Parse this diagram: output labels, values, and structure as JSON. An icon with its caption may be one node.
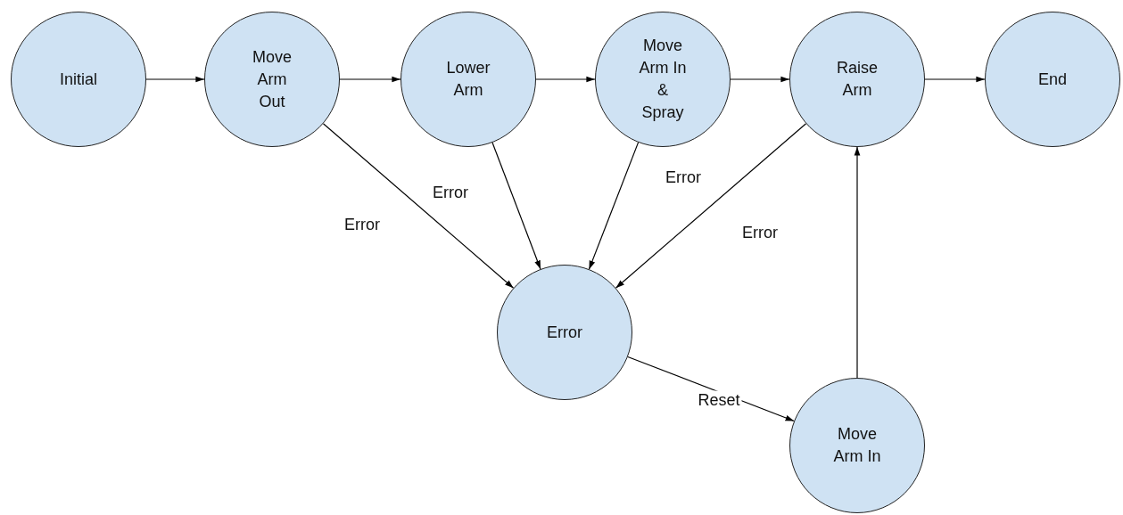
{
  "diagram": {
    "nodes": [
      {
        "text": [
          "Initial"
        ]
      },
      {
        "text": [
          "Move Arm Out"
        ]
      },
      {
        "text": [
          "Lower Arm"
        ]
      },
      {
        "text": [
          "Move Arm In & Spray"
        ]
      },
      {
        "text": [
          "Raise Arm"
        ]
      },
      {
        "text": [
          "End"
        ]
      },
      {
        "text": [
          "Error"
        ]
      },
      {
        "text": [
          "Move Arm In"
        ]
      }
    ],
    "edges": [
      {
        "from": 0,
        "to": 1,
        "arrow": "to"
      },
      {
        "from": 1,
        "to": 2,
        "arrow": "to"
      },
      {
        "from": 2,
        "to": 3,
        "arrow": "to"
      },
      {
        "from": 3,
        "to": 4,
        "arrow": "to"
      },
      {
        "from": 4,
        "to": 5,
        "arrow": "to"
      },
      {
        "from": 1,
        "to": 6,
        "arrow": "to",
        "label": "Error"
      },
      {
        "from": 2,
        "to": 6,
        "arrow": "to",
        "label": "Error"
      },
      {
        "from": 3,
        "to": 6,
        "arrow": "to",
        "label": "Error"
      },
      {
        "from": 4,
        "to": 6,
        "arrow": "to",
        "label": "Error"
      },
      {
        "from": 6,
        "to": 7,
        "arrow": "to",
        "label": "Reset"
      },
      {
        "from": 7,
        "to": 4,
        "arrow": "to"
      }
    ]
  }
}
